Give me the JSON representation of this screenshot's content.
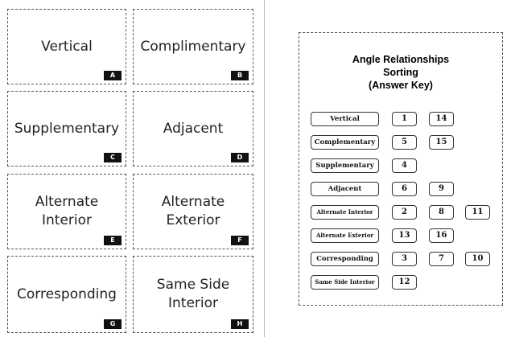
{
  "cards": [
    {
      "label": "Vertical",
      "badge": "A"
    },
    {
      "label": "Complimentary",
      "badge": "B"
    },
    {
      "label": "Supplementary",
      "badge": "C"
    },
    {
      "label": "Adjacent",
      "badge": "D"
    },
    {
      "label": "Alternate\nInterior",
      "badge": "E"
    },
    {
      "label": "Alternate\nExterior",
      "badge": "F"
    },
    {
      "label": "Corresponding",
      "badge": "G"
    },
    {
      "label": "Same Side\nInterior",
      "badge": "H"
    }
  ],
  "answer_key": {
    "title": "Angle Relationships\nSorting\n(Answer Key)",
    "rows": [
      {
        "label": "Vertical",
        "numbers": [
          "1",
          "14"
        ]
      },
      {
        "label": "Complementary",
        "numbers": [
          "5",
          "15"
        ]
      },
      {
        "label": "Supplementary",
        "numbers": [
          "4"
        ]
      },
      {
        "label": "Adjacent",
        "numbers": [
          "6",
          "9"
        ]
      },
      {
        "label": "Alternate Interior",
        "numbers": [
          "2",
          "8",
          "11"
        ]
      },
      {
        "label": "Alternate Exterior",
        "numbers": [
          "13",
          "16"
        ]
      },
      {
        "label": "Corresponding",
        "numbers": [
          "3",
          "7",
          "10"
        ]
      },
      {
        "label": "Same Side Interior",
        "numbers": [
          "12"
        ]
      }
    ]
  }
}
